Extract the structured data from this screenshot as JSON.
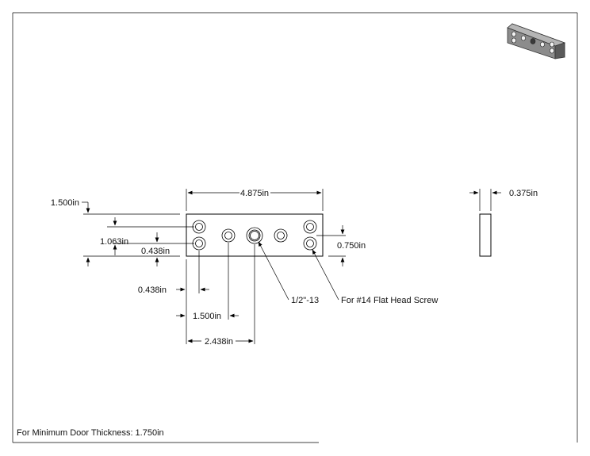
{
  "dimensions": {
    "overall_length": "4.875in",
    "height": "1.500in",
    "hole_spacing_vertical": "1.063in",
    "edge_to_row": "0.438in",
    "edge_to_first_hole": "0.438in",
    "to_second_hole": "1.500in",
    "to_center_hole": "2.438in",
    "right_hole_offset": "0.750in",
    "thickness": "0.375in"
  },
  "callouts": {
    "center_thread": "1/2\"-13",
    "screw_holes": "For #14 Flat Head Screw"
  },
  "note": "For Minimum Door Thickness: 1.750in",
  "colors": {
    "line": "#000000",
    "paper": "#ffffff",
    "thumbnail_plate": "#8c8c8c"
  }
}
